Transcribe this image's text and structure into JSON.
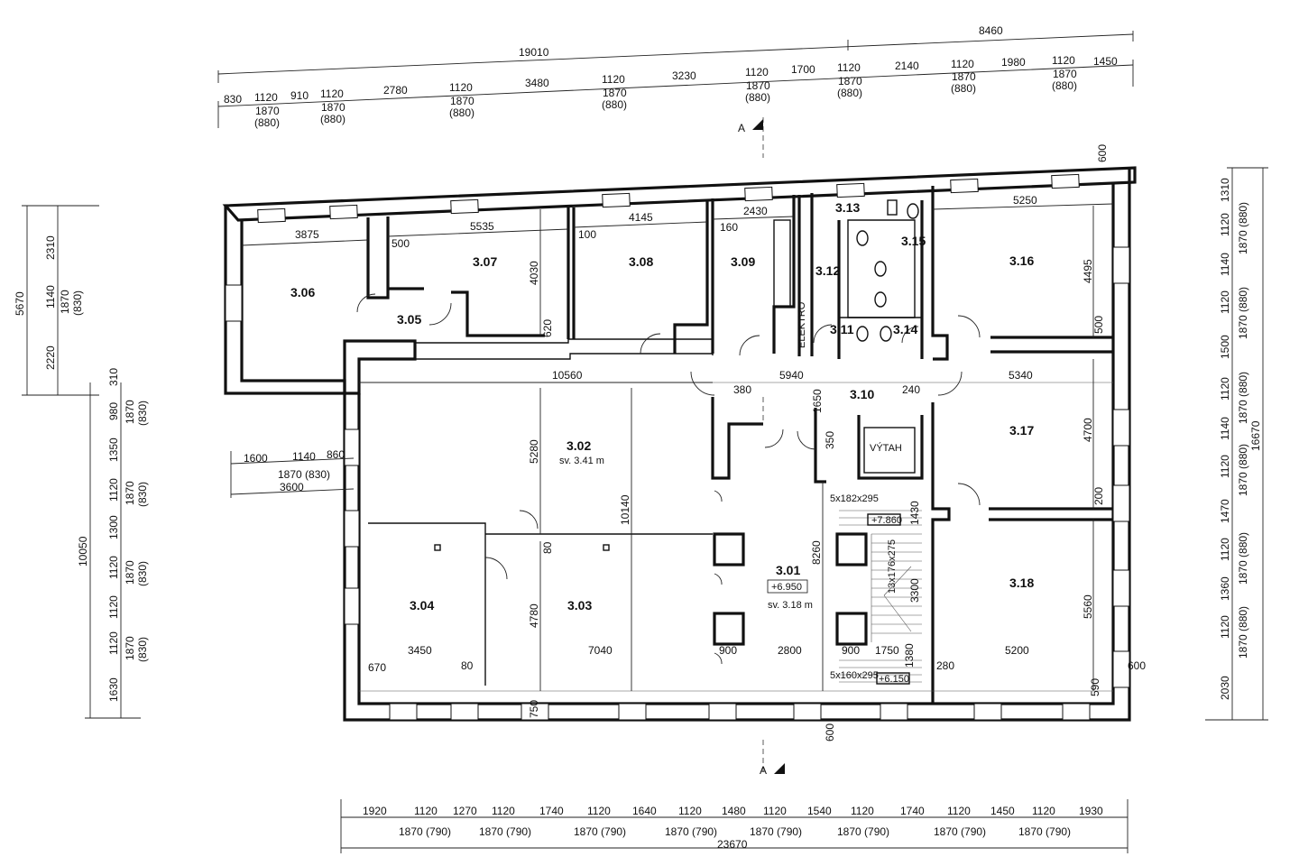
{
  "rooms": [
    {
      "id": "3.06"
    },
    {
      "id": "3.05"
    },
    {
      "id": "3.07"
    },
    {
      "id": "3.08"
    },
    {
      "id": "3.09"
    },
    {
      "id": "3.13"
    },
    {
      "id": "3.12"
    },
    {
      "id": "3.15"
    },
    {
      "id": "3.11"
    },
    {
      "id": "3.14"
    },
    {
      "id": "3.16"
    },
    {
      "id": "3.10"
    },
    {
      "id": "3.02",
      "sub": "sv. 3.41 m"
    },
    {
      "id": "3.17"
    },
    {
      "id": "3.04"
    },
    {
      "id": "3.03"
    },
    {
      "id": "3.01",
      "level": "+6.950",
      "sub": "sv. 3.18 m"
    },
    {
      "id": "3.18"
    }
  ],
  "labels": {
    "elevator": "VÝTAH",
    "elektro": "ELEKTRO",
    "section": "A",
    "stairs_upper": "5x182x295",
    "stairs_mid": "13x176x275",
    "stairs_lower": "5x160x295",
    "level_upper": "+7.860",
    "level_lower": "+6.150"
  },
  "top_dims": {
    "overall": [
      "19010",
      "8460"
    ],
    "row1": [
      "1120",
      "1700",
      "1120",
      "2140",
      "1120",
      "1980",
      "1120",
      "1450"
    ],
    "row2": [
      "830",
      "1120",
      "910",
      "1120",
      "2780",
      "1120",
      "3480",
      "1120",
      "3230"
    ],
    "sub": [
      "1870",
      "(880)"
    ]
  },
  "bottom_dims": {
    "row1": [
      "1920",
      "1120",
      "1270",
      "1120",
      "1740",
      "1120",
      "1640",
      "1120",
      "1480",
      "1120",
      "1540",
      "1120",
      "1740",
      "1120",
      "1450",
      "1120",
      "1930"
    ],
    "row2": "1870 (790)",
    "total": "23670"
  },
  "left_upper_dims": [
    "5670",
    "2310",
    "1140",
    "2220",
    "1870",
    "(830)"
  ],
  "left_lower_dims": [
    "10050",
    "310",
    "980",
    "1350",
    "1120",
    "1300",
    "1120",
    "1120",
    "1120",
    "1630",
    "1870",
    "(830)"
  ],
  "left_inset": [
    "1600",
    "1140",
    "860",
    "1870 (830)",
    "3600"
  ],
  "right_dims": [
    "16670",
    "1310",
    "1120",
    "1140",
    "1120",
    "1500",
    "1120",
    "1140",
    "1120",
    "1470",
    "1120",
    "1360",
    "1120",
    "2030",
    "1870 (880)"
  ],
  "interior_dims": {
    "d3875": "3875",
    "d500a": "500",
    "d5535": "5535",
    "d100": "100",
    "d4145": "4145",
    "d160": "160",
    "d2430": "2430",
    "d5250": "5250",
    "d4030": "4030",
    "d620": "620",
    "d4495": "4495",
    "d500b": "500",
    "d600top": "600",
    "d10560": "10560",
    "d380": "380",
    "d5940": "5940",
    "d1650": "1650",
    "d240": "240",
    "d5340": "5340",
    "d5280": "5280",
    "d350": "350",
    "d4700": "4700",
    "d200": "200",
    "d10140": "10140",
    "d8260": "8260",
    "d1430": "1430",
    "d3300": "3300",
    "d80a": "80",
    "d80b": "80",
    "d4780": "4780",
    "d5560": "5560",
    "d3450": "3450",
    "d7040": "7040",
    "d900a": "900",
    "d2800": "2800",
    "d900b": "900",
    "d1750": "1750",
    "d1380": "1380",
    "d5200": "5200",
    "d670": "670",
    "d280": "280",
    "d600r": "600",
    "d590": "590",
    "d750": "750",
    "d600b": "600"
  }
}
